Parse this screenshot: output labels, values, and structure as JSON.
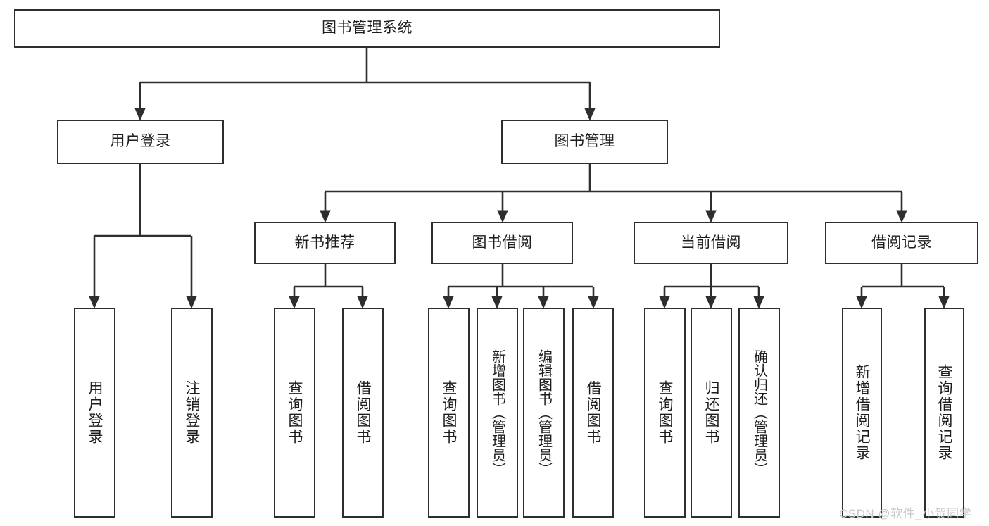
{
  "diagram": {
    "title": "图书管理系统",
    "root": {
      "id": "root",
      "label": "图书管理系统"
    },
    "level1": [
      {
        "id": "user-login",
        "label": "用户登录"
      },
      {
        "id": "book-manage",
        "label": "图书管理"
      }
    ],
    "level2": [
      {
        "id": "new-book-recommend",
        "label": "新书推荐",
        "parent": "book-manage"
      },
      {
        "id": "book-borrow",
        "label": "图书借阅",
        "parent": "book-manage"
      },
      {
        "id": "current-borrow",
        "label": "当前借阅",
        "parent": "book-manage"
      },
      {
        "id": "borrow-record",
        "label": "借阅记录",
        "parent": "book-manage"
      }
    ],
    "leaves": [
      {
        "id": "leaf-user-login",
        "label": "用户登录",
        "parent": "user-login"
      },
      {
        "id": "leaf-user-logout",
        "label": "注销登录",
        "parent": "user-login"
      },
      {
        "id": "leaf-query-book-1",
        "label": "查询图书",
        "parent": "new-book-recommend"
      },
      {
        "id": "leaf-borrow-book-1",
        "label": "借阅图书",
        "parent": "new-book-recommend"
      },
      {
        "id": "leaf-query-book-2",
        "label": "查询图书",
        "parent": "book-borrow"
      },
      {
        "id": "leaf-add-book",
        "label": "新增图书（管理员）",
        "parent": "book-borrow"
      },
      {
        "id": "leaf-edit-book",
        "label": "编辑图书（管理员）",
        "parent": "book-borrow"
      },
      {
        "id": "leaf-borrow-book-2",
        "label": "借阅图书",
        "parent": "book-borrow"
      },
      {
        "id": "leaf-query-book-3",
        "label": "查询图书",
        "parent": "current-borrow"
      },
      {
        "id": "leaf-return-book",
        "label": "归还图书",
        "parent": "current-borrow"
      },
      {
        "id": "leaf-confirm-return",
        "label": "确认归还（管理员）",
        "parent": "current-borrow"
      },
      {
        "id": "leaf-add-record",
        "label": "新增借阅记录",
        "parent": "borrow-record"
      },
      {
        "id": "leaf-query-record",
        "label": "查询借阅记录",
        "parent": "borrow-record"
      }
    ],
    "colors": {
      "border": "#2e2e2e",
      "fill": "#ffffff",
      "text": "#1d1d1d",
      "edge": "#2e2e2e",
      "watermark": "#c9c9c9"
    }
  },
  "watermark": {
    "text": "CSDN @软件_小贺同学"
  }
}
